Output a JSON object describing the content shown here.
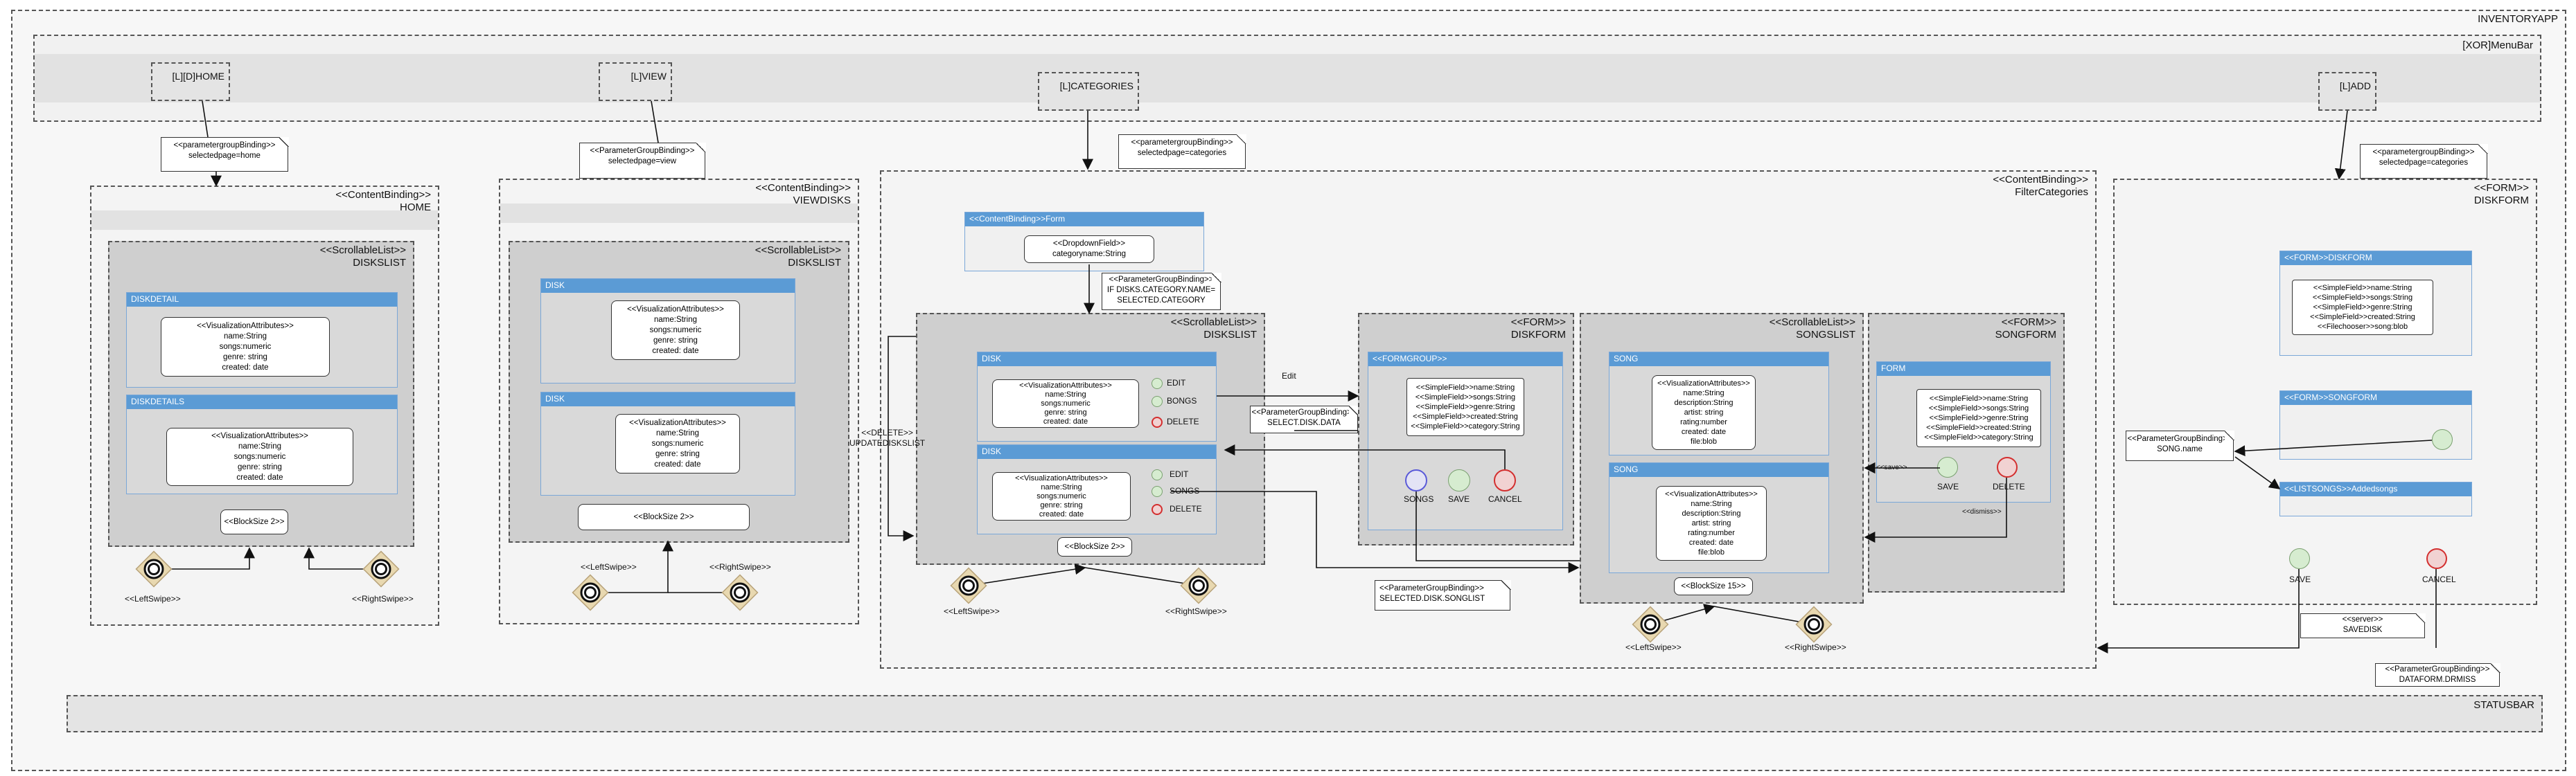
{
  "app_title": "INVENTORYAPP",
  "menubar": {
    "title": "[XOR]MenuBar",
    "items": [
      "[L][D]HOME",
      "[L]VIEW",
      "[L]CATEGORIES",
      "[L]ADD"
    ]
  },
  "statusbar": "STATUSBAR",
  "notes": {
    "home": [
      "<<parametergroupBinding>>",
      "selectedpage=home"
    ],
    "view": [
      "<<ParameterGroupBinding>>",
      "selectedpage=view"
    ],
    "categories": [
      "<<parametergroupBinding>>",
      "selectedpage=categories"
    ],
    "add": [
      "<<parametergroupBinding>>",
      "selectedpage=categories"
    ],
    "filter": [
      "<<ParameterGroupBinding>>",
      "IF DISKS.CATEGORY.NAME=",
      "SELECTED.CATEGORY"
    ],
    "select_disk": [
      "<<ParameterGroupBinding>>",
      "SELECT.DISK.DATA"
    ],
    "songlist": [
      "<<ParameterGroupBinding>>",
      "SELECTED.DISK.SONGLIST"
    ],
    "song_name": [
      "<<ParameterGroupBinding>>",
      "SONG.name"
    ],
    "savedisk": [
      "<<server>>",
      "SAVEDISK"
    ],
    "dismiss": [
      "<<ParameterGroupBinding>>",
      "DATAFORM.DRMISS"
    ]
  },
  "home": {
    "stereotype": "<<ContentBinding>>",
    "name": "HOME",
    "list_stereotype": "<<ScrollableList>>",
    "list_name": "DISKSLIST",
    "items": [
      {
        "bar": "DISKDETAIL",
        "text": [
          "<<VisualizationAttributes>>",
          "name:String",
          "songs:numeric",
          "genre: string",
          "created: date"
        ]
      },
      {
        "bar": "DISKDETAILS",
        "text": [
          "<<VisualizationAttributes>>",
          "name:String",
          "songs:numeric",
          "genre: string",
          "created: date"
        ]
      }
    ],
    "block": "<<BlockSize 2>>",
    "left": "<<LeftSwipe>>",
    "right": "<<RightSwipe>>"
  },
  "view": {
    "stereotype": "<<ContentBinding>>",
    "name": "VIEWDISKS",
    "list_stereotype": "<<ScrollableList>>",
    "list_name": "DISKSLIST",
    "items": [
      {
        "bar": "DISK",
        "text": [
          "<<VisualizationAttributes>>",
          "name:String",
          "songs:numeric",
          "genre: string",
          "created: date"
        ]
      },
      {
        "bar": "DISK",
        "text": [
          "<<VisualizationAttributes>>",
          "name:String",
          "songs:numeric",
          "genre: string",
          "created: date"
        ]
      }
    ],
    "block": "<<BlockSize 2>>",
    "left": "<<LeftSwipe>>",
    "right": "<<RightSwipe>>"
  },
  "categories": {
    "stereotype": "<<ContentBinding>>",
    "name": "FilterCategories",
    "form_bar": "<<ContentBinding>>Form",
    "dropdown": [
      "<<DropdownField>>",
      "categoryname:String"
    ],
    "disks": {
      "stereotype": "<<ScrollableList>>",
      "name": "DISKSLIST",
      "items": [
        {
          "bar": "DISK",
          "text": [
            "<<VisualizationAttributes>>",
            "name:String",
            "songs:numeric",
            "genre: string",
            "created: date"
          ],
          "actions": [
            "EDIT",
            "BONGS",
            "DELETE"
          ]
        },
        {
          "bar": "DISK",
          "text": [
            "<<VisualizationAttributes>>",
            "name:String",
            "songs:numeric",
            "genre: string",
            "created: date"
          ],
          "actions": [
            "EDIT",
            "SONGS",
            "DELETE"
          ]
        }
      ],
      "block": "<<BlockSize 2>>",
      "left": "<<LeftSwipe>>",
      "right": "<<RightSwipe>>",
      "delete_label": [
        "<<DELETE>>",
        "UPDATEDISKSLIST"
      ],
      "edit_label": "Edit"
    },
    "diskform": {
      "stereotype": "<<FORM>>",
      "name": "DISKFORM",
      "bar": "<<FORMGROUP>>",
      "text": [
        "<<SimpleField>>name:String",
        "<<SimpleField>>songs:String",
        "<<SimpleField>>genre:String",
        "<<SimpleField>>created:String",
        "<<SimpleField>>category:String"
      ],
      "buttons": [
        "SONGS",
        "SAVE",
        "CANCEL"
      ]
    },
    "songslist": {
      "stereotype": "<<ScrollableList>>",
      "name": "SONGSLIST",
      "items": [
        {
          "bar": "SONG",
          "text": [
            "<<VisualizationAttributes>>",
            "name:String",
            "description:String",
            "artist: string",
            "rating:number",
            "created: date",
            "file:blob"
          ]
        },
        {
          "bar": "SONG",
          "text": [
            "<<VisualizationAttributes>>",
            "name:String",
            "description:String",
            "artist: string",
            "rating:number",
            "created: date",
            "file:blob"
          ]
        }
      ],
      "block": "<<BlockSize 15>>",
      "left": "<<LeftSwipe>>",
      "right": "<<RightSwipe>>"
    },
    "songform": {
      "stereotype": "<<FORM>>",
      "name": "SONGFORM",
      "bar": "FORM",
      "text": [
        "<<SimpleField>>name:String",
        "<<SimpleField>>songs:String",
        "<<SimpleField>>genre:String",
        "<<SimpleField>>created:String",
        "<<SimpleField>>category:String"
      ],
      "buttons": [
        "SAVE",
        "DELETE"
      ],
      "save_label": "<<save>>",
      "dismiss_label": "<<dismiss>>"
    }
  },
  "add": {
    "stereotype": "<<FORM>>",
    "name": "DISKFORM",
    "bar1": "<<FORM>>DISKFORM",
    "text": [
      "<<SimpleField>>name:String",
      "<<SimpleField>>songs:String",
      "<<SimpleField>>genre:String",
      "<<SimpleField>>created:String",
      "<<Filechooser>>song:blob"
    ],
    "bar2": "<<FORM>>SONGFORM",
    "bar3": "<<LISTSONGS>>Addedsongs",
    "buttons": [
      "SAVE",
      "CANCEL"
    ]
  },
  "colors": {
    "bar": "#5b9bd5",
    "save": "#c9e4c1",
    "delete": "#d32f2f",
    "songs": "#5a5ad8"
  }
}
